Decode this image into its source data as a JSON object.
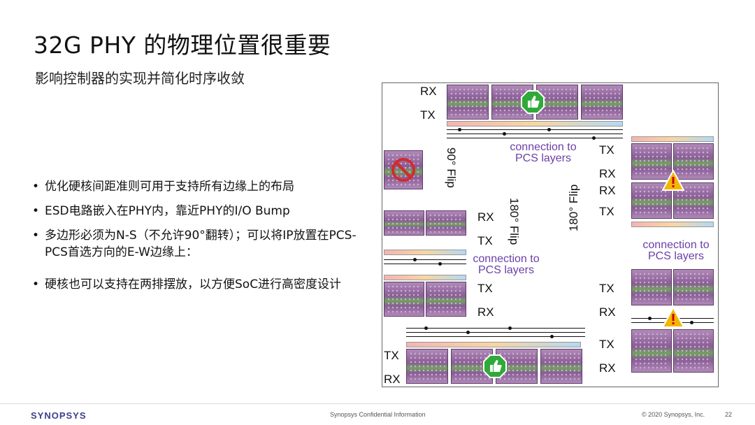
{
  "slide": {
    "title": "32G PHY 的物理位置很重要",
    "subtitle": "影响控制器的实现并简化时序收敛"
  },
  "bullets": [
    "优化硬核间距准则可用于支持所有边缘上的布局",
    "ESD电路嵌入在PHY内，靠近PHY的I/O Bump",
    "多边形必须为N-S（不允许90°翻转）；可以将IP放置在PCS-PCS首选方向的E-W边缘上：",
    "硬核也可以支持在两排摆放，以方便SoC进行高密度设计"
  ],
  "diagram": {
    "labels": {
      "rx_top": "RX",
      "tx_top": "TX",
      "tx_r1": "TX",
      "rx_r1": "RX",
      "rx_r2": "RX",
      "tx_r2": "TX",
      "rx_l1": "RX",
      "tx_l1": "TX",
      "tx_l2": "TX",
      "rx_l2": "RX",
      "tx_r3": "TX",
      "rx_r3": "RX",
      "tx_r4": "TX",
      "rx_r4": "RX",
      "tx_b": "TX",
      "rx_b": "RX"
    },
    "flip_90": "90° Flip",
    "flip_180_a": "180° Flip",
    "flip_180_b": "180° Flip",
    "conn_top_1": "connection to",
    "conn_top_2": "PCS layers",
    "conn_right_1": "connection to",
    "conn_right_2": "PCS layers",
    "conn_mid_1": "connection to",
    "conn_mid_2": "PCS layers",
    "colors": {
      "ok": "#2faa3a",
      "warn": "#f2b705",
      "no": "#d22b2b",
      "accent": "#6b3fa8"
    }
  },
  "footer": {
    "logo": "SYNOPSYS",
    "confidential": "Synopsys Confidential Information",
    "copyright": "© 2020 Synopsys, Inc.",
    "page": "22"
  }
}
